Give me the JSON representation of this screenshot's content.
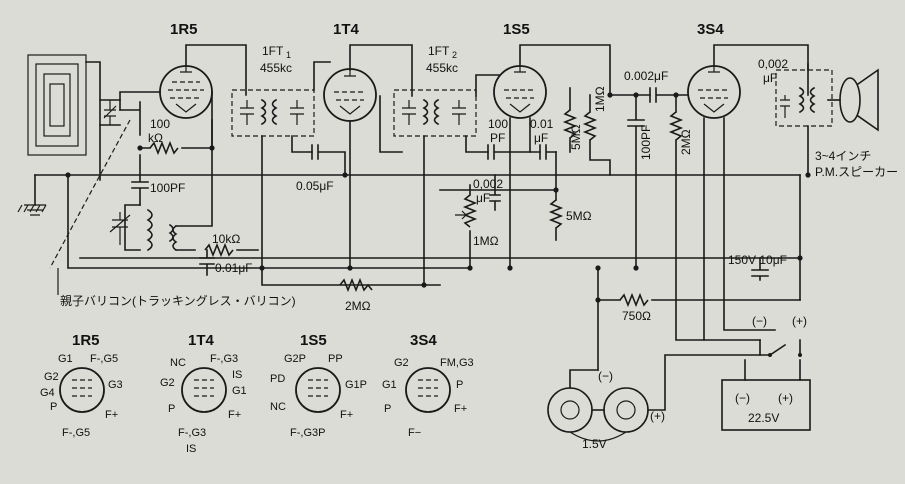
{
  "tubes": {
    "t1": "1R5",
    "t2": "1T4",
    "t3": "1S5",
    "t4": "3S4"
  },
  "ift": {
    "ift1_name": "1FT",
    "ift1_sub": "1",
    "ift1_freq": "455kc",
    "ift2_name": "1FT",
    "ift2_sub": "2",
    "ift2_freq": "455kc"
  },
  "components": {
    "r_100k_a": "100",
    "r_100k_b": "kΩ",
    "c_100pf": "100PF",
    "r_10k": "10kΩ",
    "c_001": "0.01μF",
    "c_005": "0.05μF",
    "r_2m": "2MΩ",
    "c_100pf_det_a": "100",
    "c_100pf_det_b": "PF",
    "c_001_det_a": "0.01",
    "c_001_det_b": "μF",
    "r_5m_grid": "5MΩ",
    "r_1m_plate": "1MΩ",
    "c_0002_coupling": "0.002μF",
    "c_100pf_out": "100PF",
    "r_2m_grid": "2MΩ",
    "c_0002_spk_a": "0,002",
    "c_0002_spk_b": "μF",
    "c_0002_vol_a": "0,002",
    "c_0002_vol_b": "μF",
    "r_vol": "1MΩ",
    "r_5m_avc": "5MΩ",
    "c_150v": "150V 10μF",
    "r_750": "750Ω"
  },
  "speaker": {
    "line1": "3~4インチ",
    "line2": "P.M.スピーカー"
  },
  "gang_cap_note": "親子バリコン(トラッキングレス・バリコン)",
  "batteries": {
    "a_batt": "1.5V",
    "b_batt": "22.5V",
    "neg": "(−)",
    "pos": "(+)"
  },
  "pinouts": {
    "p1": {
      "name": "1R5",
      "pins": [
        "G1",
        "F-,G5",
        "G3",
        "F+",
        "F-,G5",
        "P",
        "G4",
        "G2"
      ]
    },
    "p2": {
      "name": "1T4",
      "pins": [
        "NC",
        "F-,G3",
        "IS",
        "G1",
        "F+",
        "F-,G3",
        "IS",
        "P",
        "G2"
      ]
    },
    "p3": {
      "name": "1S5",
      "pins": [
        "G2P",
        "PP",
        "PD",
        "G1P",
        "F+",
        "F-,G3P",
        "NC"
      ]
    },
    "p4": {
      "name": "3S4",
      "pins": [
        "G2",
        "FM,G3",
        "P",
        "F+",
        "F−",
        "P",
        "G1"
      ]
    }
  }
}
